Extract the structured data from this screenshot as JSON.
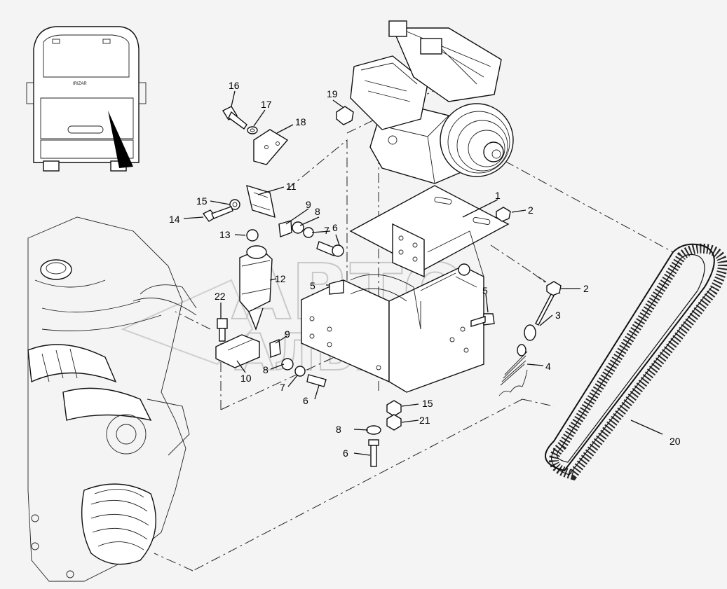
{
  "diagram": {
    "callouts": [
      "1",
      "2",
      "2",
      "3",
      "4",
      "5",
      "5",
      "6",
      "6",
      "6",
      "7",
      "7",
      "8",
      "8",
      "8",
      "9",
      "9",
      "10",
      "11",
      "12",
      "13",
      "14",
      "15",
      "15",
      "16",
      "17",
      "18",
      "19",
      "20",
      "21",
      "22"
    ],
    "watermark": {
      "line1": "АВТО",
      "line2": "АЛЬЯНС"
    },
    "bus_badge": "IRIZAR"
  }
}
